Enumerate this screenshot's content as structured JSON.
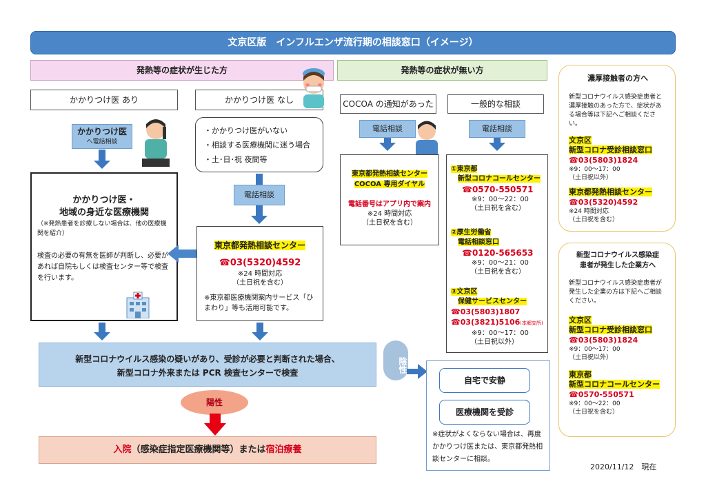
{
  "title": "文京区版　インフルエンザ流行期の相談窓口（イメージ）",
  "sections": {
    "fever": "発熱等の症状が生じた方",
    "no_fever": "発熱等の症状が無い方"
  },
  "kakaritsuke_ari": "かかりつけ医 あり",
  "kakaritsuke_nashi": "かかりつけ医 なし",
  "phone_kakari": {
    "line1": "かかりつけ医",
    "line2": "へ電話相談"
  },
  "nashi_list": [
    "・かかりつけ医がいない",
    "・相談する医療機関に迷う場合",
    "・土･日･祝 夜間等"
  ],
  "denwa_soudan": "電話相談",
  "local_clinic": {
    "title1": "かかりつけ医・",
    "title2": "地域の身近な医療機関",
    "note": "（※発熱患者を診療しない場合は、他の医療機関を紹介）",
    "body": "検査の必要の有無を医師が判断し、必要があれば自院もしくは検査センター等で検査を行います。"
  },
  "tokyo_fever_center": {
    "title": "東京都発熱相談センター",
    "tel": "☎03(5320)4592",
    "hours": "※24 時間対応",
    "hours2": "（土日祝を含む）",
    "note": "※東京都医療機関案内サービス「ひまわり」等も活用可能です。"
  },
  "cocoa_notice": "COCOA の通知があった",
  "general_consult": "一般的な相談",
  "cocoa_center": {
    "title1": "東京都発熱相談センター",
    "title2": "COCOA 専用ダイヤル",
    "tel": "電話番号はアプリ内で案内",
    "hours": "※24 時間対応",
    "hours2": "（土日祝を含む）"
  },
  "general_list": [
    {
      "num": "①東京都",
      "name": "新型コロナコールセンター",
      "tel": "☎0570-550571",
      "tel2": "",
      "tel2_note": "",
      "hours": "※9：00～22：00",
      "hours2": "（土日祝を含む）"
    },
    {
      "num": "②厚生労働省",
      "name": "電話相談窓口",
      "tel": "☎0120-565653",
      "tel2": "",
      "tel2_note": "",
      "hours": "※9：00～21：00",
      "hours2": "（土日祝を含む）"
    },
    {
      "num": "③文京区",
      "name": "保健サービスセンター",
      "tel": "☎03(5803)1807",
      "tel2": "☎03(3821)5106",
      "tel2_note": "(本郷支所)",
      "hours": "※9：00～17：00",
      "hours2": "（土日祝以外）"
    }
  ],
  "suspect_box": {
    "line1": "新型コロナウイルス感染の疑いがあり、受診が必要と判断された場合、",
    "line2": "新型コロナ外来または PCR 検査センターで検査"
  },
  "negative": "陰性",
  "positive": "陽性",
  "hospital": {
    "a": "入院",
    "b": "（感染症指定医療機関等）または",
    "c": "宿泊療養"
  },
  "home_rest": "自宅で安静",
  "visit_clinic": "医療機関を受診",
  "negative_note": "※症状がよくならない場合は、再度かかりつけ医または、東京都発熱相談センターに相談。",
  "close_contact": {
    "title": "濃厚接触者の方へ",
    "intro": "新型コロナウイルス感染症患者と濃厚接触のあった方で、症状がある場合等は下記へご相談ください。",
    "c1_org": "文京区",
    "c1_name": "新型コロナ受診相談窓口",
    "c1_tel": "☎03(5803)1824",
    "c1_hours": "※9：00～17：00",
    "c1_hours2": "（土日祝以外）",
    "c2_name": "東京都発熱相談センター",
    "c2_tel": "☎03(5320)4592",
    "c2_hours": "※24 時間対応",
    "c2_hours2": "（土日祝を含む）"
  },
  "company": {
    "title1": "新型コロナウイルス感染症",
    "title2": "患者が発生した企業方へ",
    "intro": "新型コロナウイルス感染症患者が発生した企業の方は下記へご相談ください。",
    "c1_org": "文京区",
    "c1_name": "新型コロナ受診相談窓口",
    "c1_tel": "☎03(5803)1824",
    "c1_hours": "※9：00～17：00",
    "c1_hours2": "（土日祝以外）",
    "c2_org": "東京都",
    "c2_name": "新型コロナコールセンター",
    "c2_tel": "☎0570-550571",
    "c2_hours": "※9：00～22：00",
    "c2_hours2": "（土日祝を含む）"
  },
  "date": "2020/11/12　現在"
}
